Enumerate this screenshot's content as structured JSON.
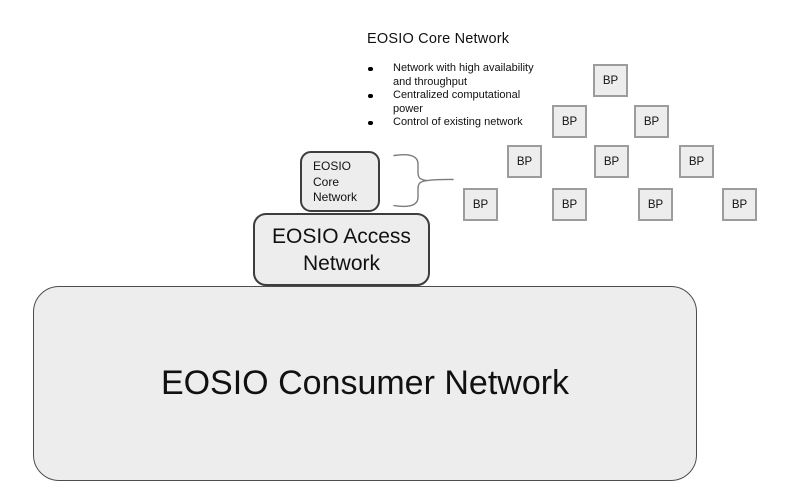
{
  "diagram": {
    "heading": "EOSIO Core Network",
    "bullets": [
      "Network with high availability and throughput",
      "Centralized computational power",
      "Control of existing network"
    ],
    "core_box_label": "EOSIO Core Network",
    "access_box_label": "EOSIO Access Network",
    "consumer_box_label": "EOSIO Consumer Network",
    "bp_label": "BP",
    "bp_count": 10,
    "bp_rows": [
      1,
      2,
      3,
      4
    ]
  },
  "colors": {
    "background": "#ffffff",
    "box_fill": "#ededed",
    "dark_border": "#3d3d3d",
    "bp_border": "#9c9c9c",
    "brace_stroke": "#7d7d7d",
    "text": "#111111"
  }
}
